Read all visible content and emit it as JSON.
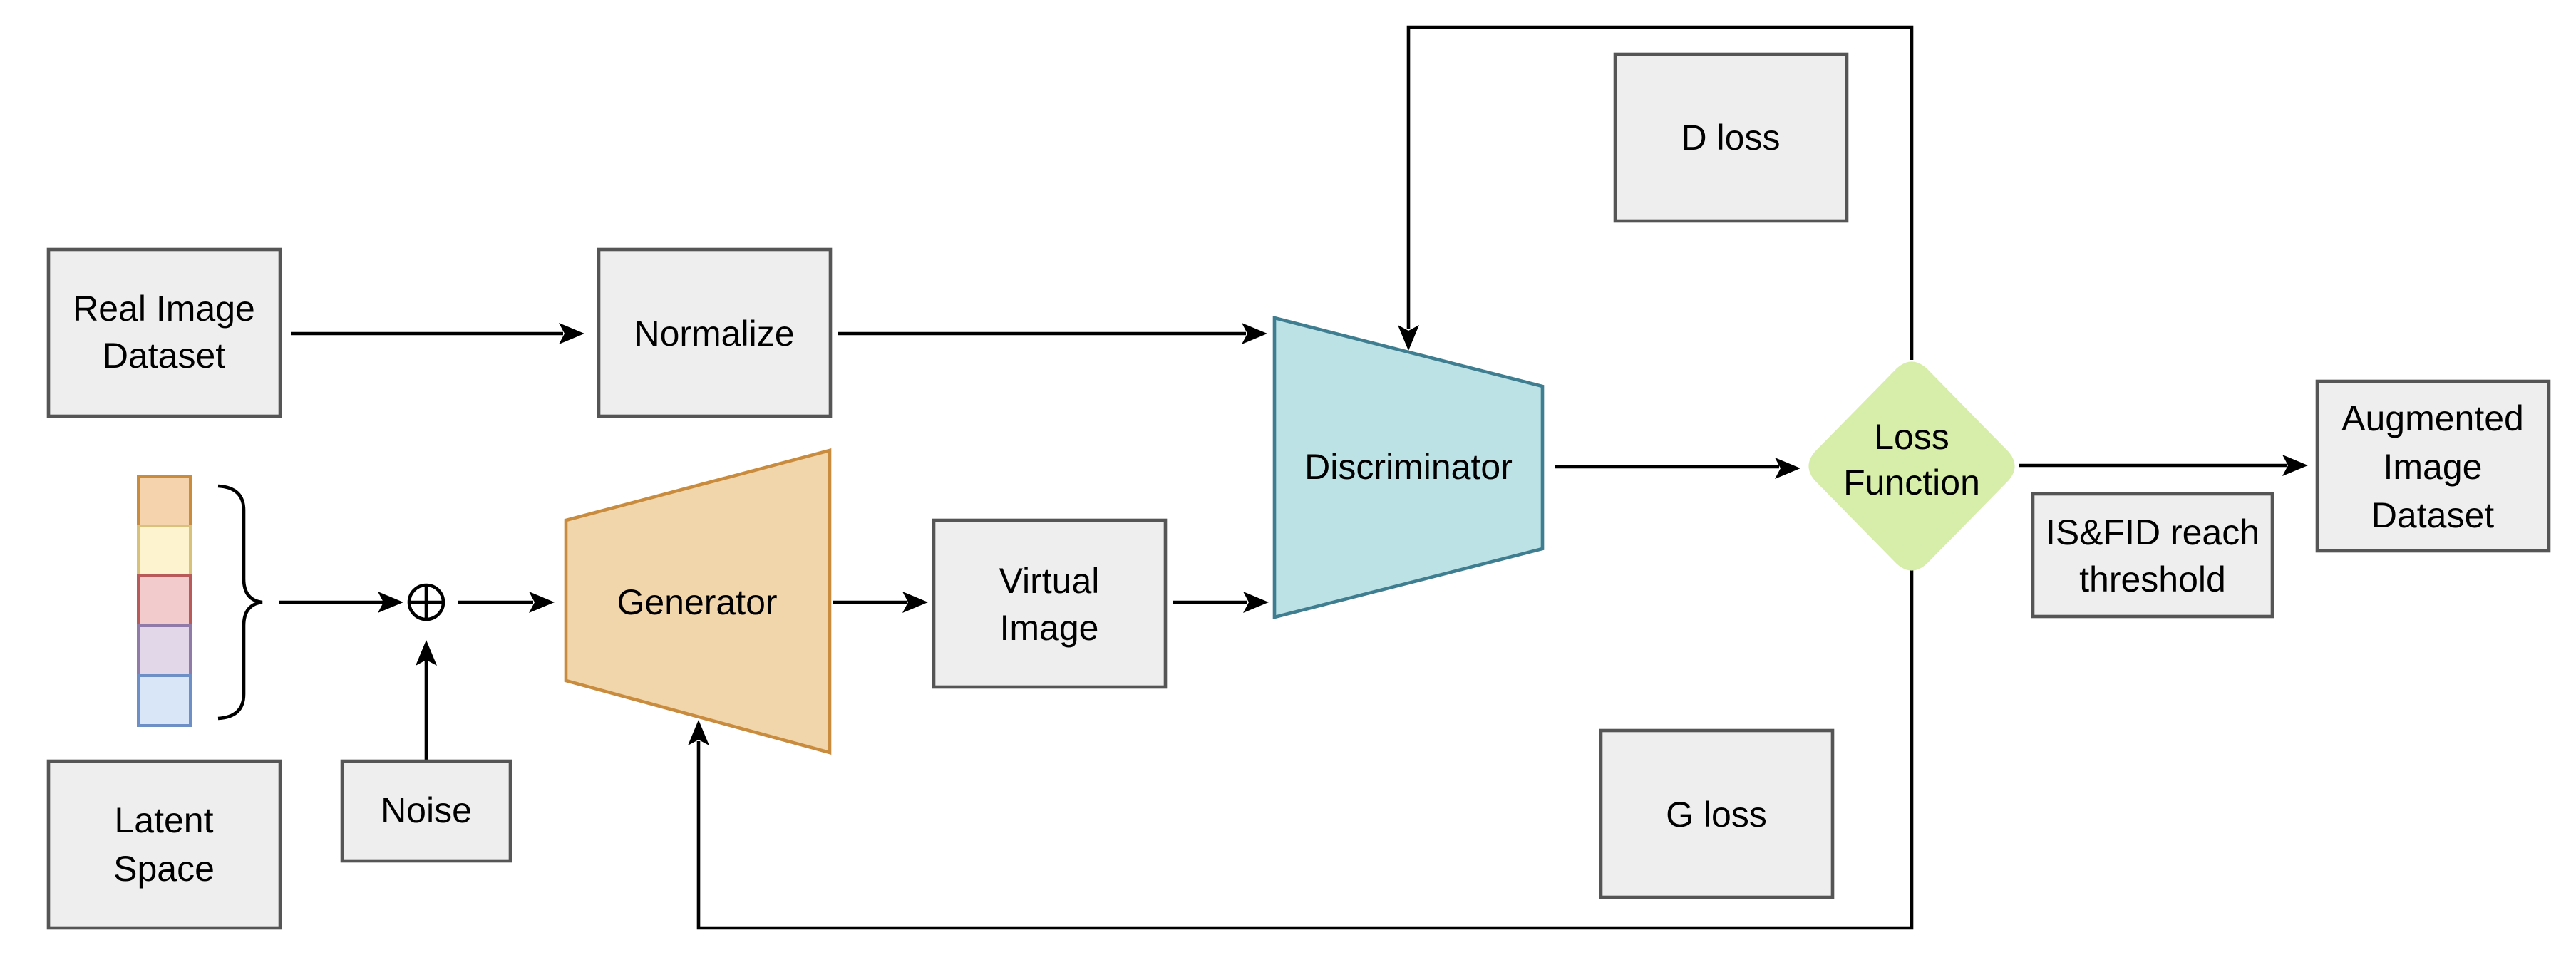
{
  "nodes": {
    "real_image_dataset": [
      "Real Image",
      "Dataset"
    ],
    "normalize": [
      "Normalize"
    ],
    "latent_space": [
      "Latent",
      "Space"
    ],
    "noise": [
      "Noise"
    ],
    "generator": [
      "Generator"
    ],
    "virtual_image": [
      "Virtual",
      "Image"
    ],
    "discriminator": [
      "Discriminator"
    ],
    "d_loss": [
      "D loss"
    ],
    "g_loss": [
      "G loss"
    ],
    "loss_function": [
      "Loss",
      "Function"
    ],
    "is_fid": [
      "IS&FID reach",
      "threshold"
    ],
    "augmented_dataset": [
      "Augmented",
      "Image",
      "Dataset"
    ]
  },
  "combine_symbol": "⊕",
  "colors": {
    "box_fill": "#eeeeee",
    "box_stroke": "#555555",
    "generator_fill": "#f2d6ab",
    "generator_stroke": "#c98c3e",
    "discriminator_fill": "#bce2e6",
    "discriminator_stroke": "#3f7e90",
    "loss_function_fill": "#d7edaa",
    "latent_cells": [
      {
        "fill": "#f5d3ac",
        "stroke": "#c98c3e"
      },
      {
        "fill": "#fdf4cf",
        "stroke": "#d8c17a"
      },
      {
        "fill": "#f2cccc",
        "stroke": "#b85a5a"
      },
      {
        "fill": "#e1d7e8",
        "stroke": "#8f7aa8"
      },
      {
        "fill": "#d9e6f8",
        "stroke": "#6d8fc6"
      }
    ]
  }
}
